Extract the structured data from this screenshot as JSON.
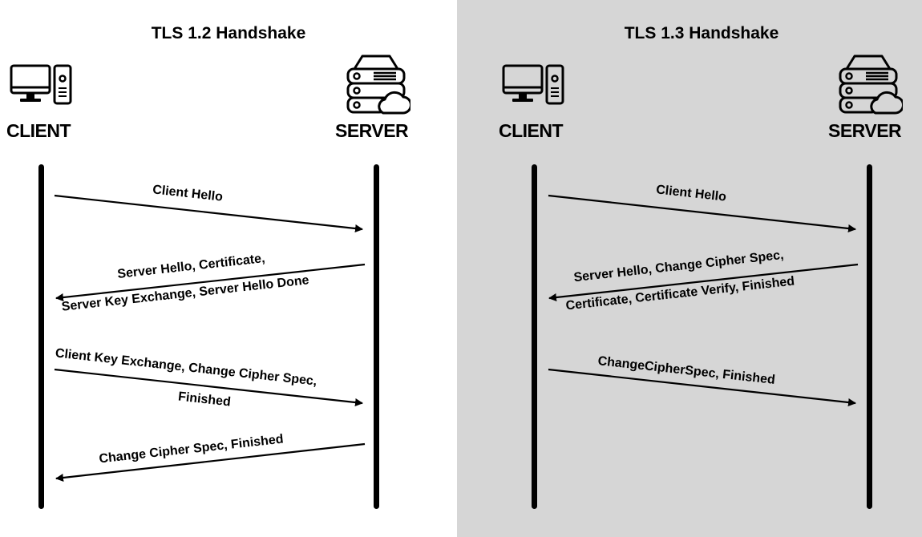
{
  "tls12": {
    "title": "TLS 1.2 Handshake",
    "client_label": "CLIENT",
    "server_label": "SERVER",
    "messages": [
      {
        "direction": "client-to-server",
        "lines": [
          "Client Hello"
        ]
      },
      {
        "direction": "server-to-client",
        "lines": [
          "Server Hello, Certificate,",
          "Server Key Exchange, Server Hello Done"
        ]
      },
      {
        "direction": "client-to-server",
        "lines": [
          "Client Key Exchange, Change Cipher Spec,",
          "Finished"
        ]
      },
      {
        "direction": "server-to-client",
        "lines": [
          "Change Cipher Spec, Finished"
        ]
      }
    ]
  },
  "tls13": {
    "title": "TLS 1.3 Handshake",
    "client_label": "CLIENT",
    "server_label": "SERVER",
    "messages": [
      {
        "direction": "client-to-server",
        "lines": [
          "Client Hello"
        ]
      },
      {
        "direction": "server-to-client",
        "lines": [
          "Server Hello, Change Cipher Spec,",
          "Certificate, Certificate Verify, Finished"
        ]
      },
      {
        "direction": "client-to-server",
        "lines": [
          "ChangeCipherSpec, Finished"
        ]
      }
    ]
  },
  "colors": {
    "left_background": "#ffffff",
    "right_background": "#d6d6d6",
    "ink": "#000000"
  },
  "icons": [
    "desktop-computer-icon",
    "cloud-server-icon"
  ]
}
